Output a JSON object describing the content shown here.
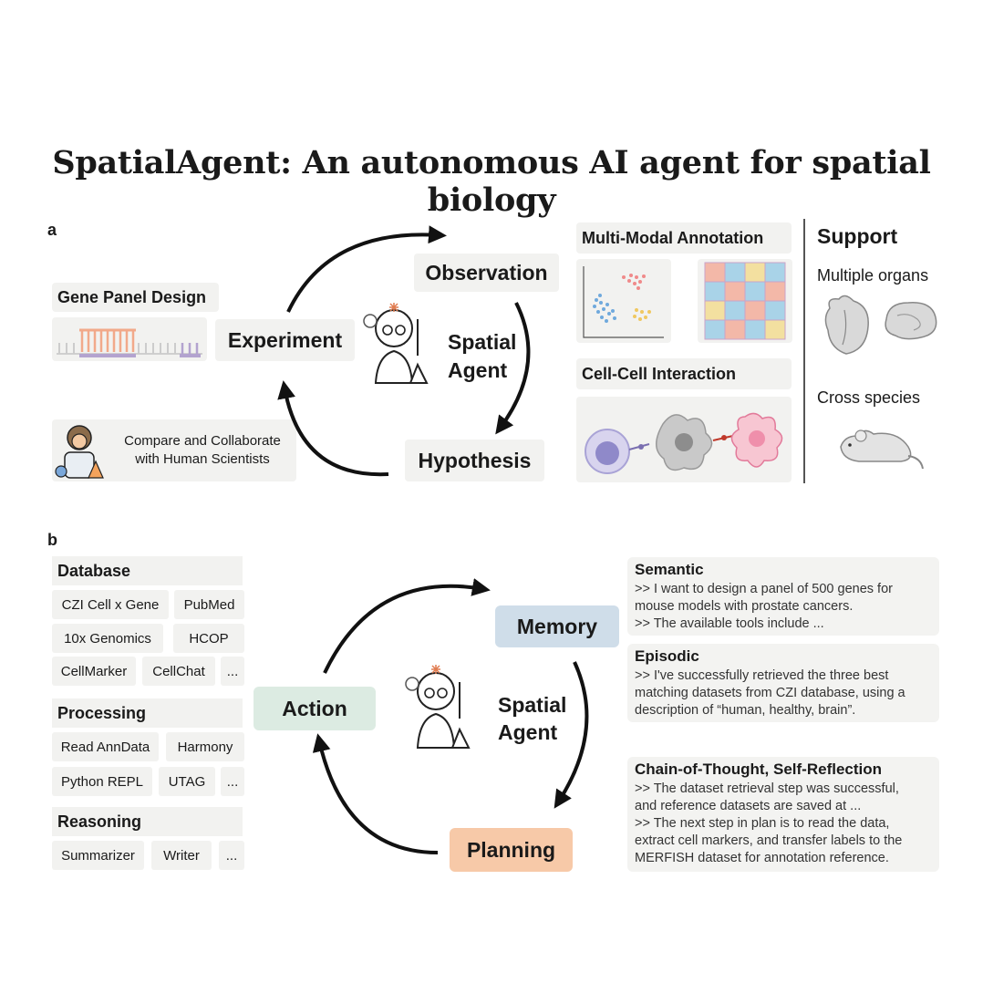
{
  "title": "SpatialAgent: An autonomous AI agent for spatial biology",
  "panel_a": {
    "letter": "a",
    "gene_panel_label": "Gene Panel Design",
    "cycle": {
      "observation": "Observation",
      "hypothesis": "Hypothesis",
      "experiment": "Experiment",
      "center_line1": "Spatial",
      "center_line2": "Agent"
    },
    "collab_line1": "Compare and Collaborate",
    "collab_line2": "with Human Scientists",
    "multimodal_label": "Multi-Modal Annotation",
    "cellcell_label": "Cell-Cell Interaction",
    "support": {
      "heading": "Support",
      "organs": "Multiple organs",
      "species": "Cross species"
    }
  },
  "panel_b": {
    "letter": "b",
    "categories": {
      "database": "Database",
      "processing": "Processing",
      "reasoning": "Reasoning"
    },
    "database_tools": [
      "CZI Cell x Gene",
      "PubMed",
      "10x Genomics",
      "HCOP",
      "CellMarker",
      "CellChat",
      "..."
    ],
    "processing_tools": [
      "Read AnnData",
      "Harmony",
      "Python REPL",
      "UTAG",
      "..."
    ],
    "reasoning_tools": [
      "Summarizer",
      "Writer",
      "..."
    ],
    "cycle": {
      "memory": "Memory",
      "action": "Action",
      "planning": "Planning",
      "center_line1": "Spatial",
      "center_line2": "Agent"
    },
    "semantic": {
      "heading": "Semantic",
      "text": ">> I want to design a panel of 500 genes for\nmouse models with prostate cancers.\n>> The available tools include ..."
    },
    "episodic": {
      "heading": "Episodic",
      "text": ">> I've successfully retrieved the three best\nmatching datasets from CZI database, using a\ndescription of “human, healthy, brain”."
    },
    "cot": {
      "heading": "Chain-of-Thought, Self-Reflection",
      "text": ">> The dataset retrieval step was successful,\nand reference datasets are saved at ...\n>> The next step in plan is to read the data,\nextract cell markers, and transfer labels to the\nMERFISH dataset for annotation reference."
    }
  },
  "colors": {
    "memory_fill": "#cfdde9",
    "action_fill": "#dcebe2",
    "planning_fill": "#f7c9a8",
    "card_fill": "#f2f2f0",
    "arrow": "#111111"
  }
}
